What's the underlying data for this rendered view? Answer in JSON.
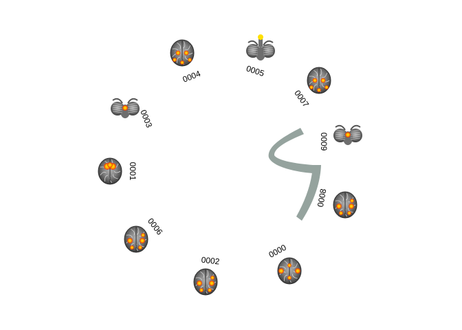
{
  "nodes": [
    {
      "label": "0000",
      "view": "axial-inferior"
    },
    {
      "label": "0001",
      "view": "axial-cerebellum"
    },
    {
      "label": "0002",
      "view": "axial-superior"
    },
    {
      "label": "0003",
      "view": "cerebellum-slice"
    },
    {
      "label": "0004",
      "view": "axial-mid"
    },
    {
      "label": "0005",
      "view": "brainstem-slice"
    },
    {
      "label": "0006",
      "view": "axial-superior"
    },
    {
      "label": "0007",
      "view": "axial-mid"
    },
    {
      "label": "0008",
      "view": "axial-superior"
    },
    {
      "label": "0009",
      "view": "cerebellum-slice"
    }
  ],
  "connections": [
    {
      "from": "0009",
      "to": "0007"
    },
    {
      "from": "0009",
      "to": "0000"
    }
  ],
  "colors": {
    "connection": "#95a39e",
    "brain_dark": "#3a3a3a",
    "brain_mid": "#8a8a8a",
    "brain_light": "#c8c8c8",
    "activation_hot": "#ffe000",
    "activation_warm": "#ff8c00",
    "activation_red": "#e02010"
  }
}
